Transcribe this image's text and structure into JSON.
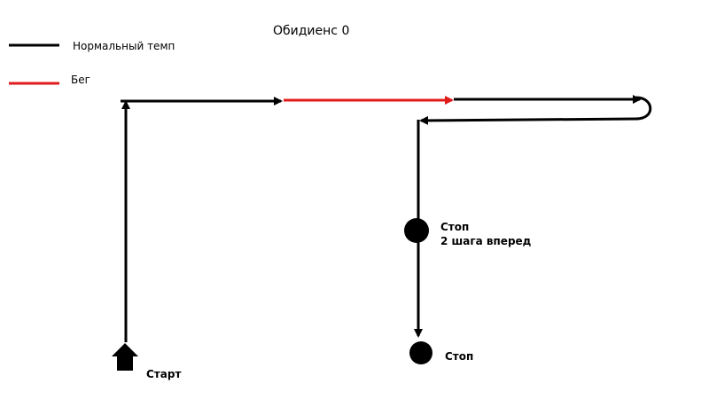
{
  "title": "Обидиенс 0",
  "legend": {
    "normal": {
      "label": "Нормальный темп",
      "color": "#000000"
    },
    "run": {
      "label": "Бег",
      "color": "#e01b1b"
    }
  },
  "start": {
    "label": "Старт",
    "icon": "up-arrow-house-icon"
  },
  "stop_midway": {
    "label": "Стоп",
    "sublabel": "2 шага вперед"
  },
  "stop_end": {
    "label": "Стоп"
  }
}
